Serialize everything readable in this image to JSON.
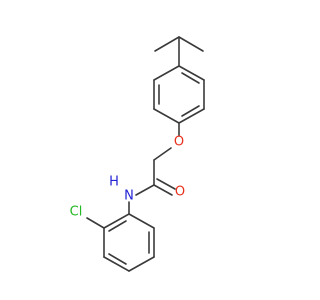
{
  "molecule": {
    "atoms": {
      "O_ether": {
        "label": "O",
        "color": "#e8301c"
      },
      "O_carbonyl": {
        "label": "O",
        "color": "#e8301c"
      },
      "N_amide": {
        "label": "N",
        "color": "#2323d6"
      },
      "H_amide": {
        "label": "H",
        "color": "#2323d6"
      },
      "Cl": {
        "label": "Cl",
        "color": "#22b822"
      }
    },
    "bond_color": "#3a3a3a"
  }
}
